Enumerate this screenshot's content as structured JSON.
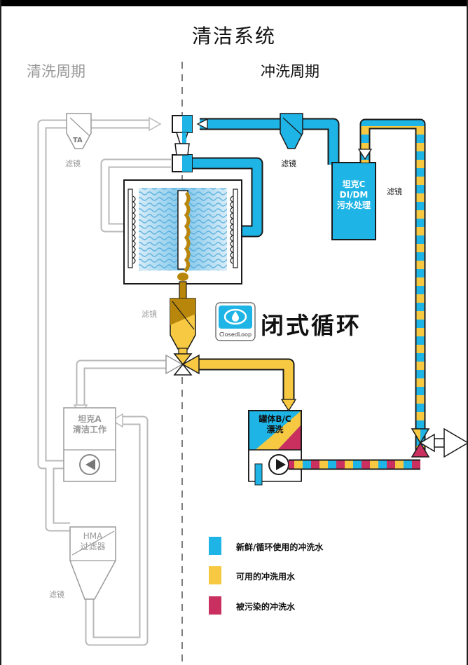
{
  "title": "清洁系统",
  "phases": {
    "left": "清洗周期",
    "right": "冲洗周期"
  },
  "labels": {
    "ta": "TA",
    "filter": "滤镜",
    "tank_c": "坦克C\nDI/DM\n污水处理",
    "tank_a": "坦克A\n清洁工作",
    "tank_bc": "罐体B/C\n漂洗",
    "hma": "HMA\n过滤器"
  },
  "closed_loop": {
    "badge": "ClosedLoop",
    "heading": "闭式循环"
  },
  "legend": [
    {
      "color": "#1eb4e6",
      "label": "新鲜/循环使用的冲洗水"
    },
    {
      "color": "#f7c943",
      "label": "可用的冲洗用水"
    },
    {
      "color": "#c9305f",
      "label": "被污染的冲洗水"
    }
  ],
  "colors": {
    "blue": "#1eb4e6",
    "yellow": "#f7c943",
    "magenta": "#c9305f",
    "brown": "#b8860b",
    "gray": "#b9b9b9",
    "dark": "#222222"
  }
}
